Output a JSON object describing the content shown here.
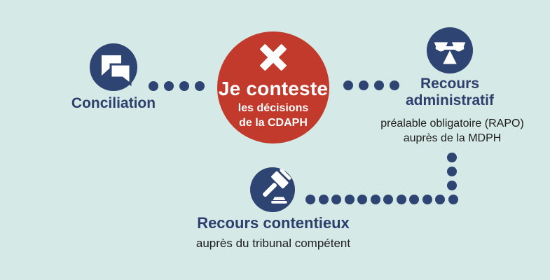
{
  "colors": {
    "background": "#d5e9e6",
    "navy": "#2e4472",
    "navy_text": "#2d406d",
    "red": "#c13a2b",
    "body_text": "#1d1d1b",
    "white": "#ffffff"
  },
  "center": {
    "icon": "x-cross-icon",
    "title": "Je conteste",
    "subtitle_line1": "les décisions",
    "subtitle_line2": "de la CDAPH"
  },
  "conciliation": {
    "icon": "speech-bubbles-icon",
    "label": "Conciliation"
  },
  "recours_administratif": {
    "icon": "scales-icon",
    "label_line1": "Recours",
    "label_line2": "administratif",
    "note_line1": "préalable obligatoire (RAPO)",
    "note_line2": "auprès de la MDPH"
  },
  "recours_contentieux": {
    "icon": "gavel-icon",
    "label": "Recours contentieux",
    "note": "auprès du tribunal compétent"
  }
}
